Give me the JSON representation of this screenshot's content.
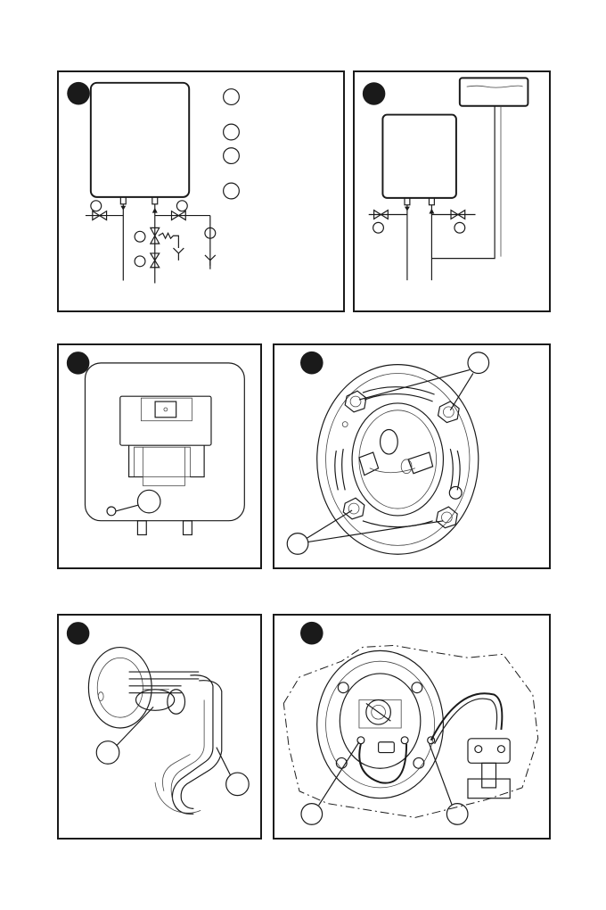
{
  "panels": [
    {
      "id": "connection-diagram-pressure"
    },
    {
      "id": "connection-diagram-gravity"
    },
    {
      "id": "heater-bottom-view"
    },
    {
      "id": "flange-front-view"
    },
    {
      "id": "heating-element-assembly"
    },
    {
      "id": "thermostat-wiring-view"
    }
  ],
  "colors": {
    "line": "#1a1a1a",
    "background": "#ffffff",
    "badge": "#1a1a1a"
  }
}
